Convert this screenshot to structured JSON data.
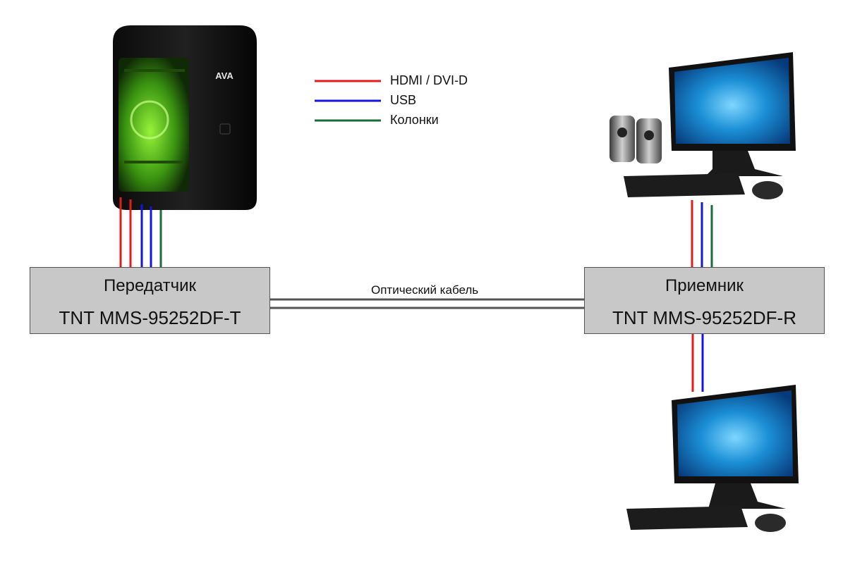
{
  "legend": [
    {
      "label": "HDMI / DVI-D",
      "color": "#e41b1b"
    },
    {
      "label": "USB",
      "color": "#1414e0"
    },
    {
      "label": "Колонки",
      "color": "#1a6e37"
    }
  ],
  "transmitter": {
    "name": "Передатчик",
    "model": "TNT MMS-95252DF-T"
  },
  "receiver": {
    "name": "Приемник",
    "model": "TNT MMS-95252DF-R"
  },
  "cable": {
    "label": "Оптический кабель",
    "color": "#555555"
  },
  "pc_tower": {
    "logo": "AVA"
  }
}
